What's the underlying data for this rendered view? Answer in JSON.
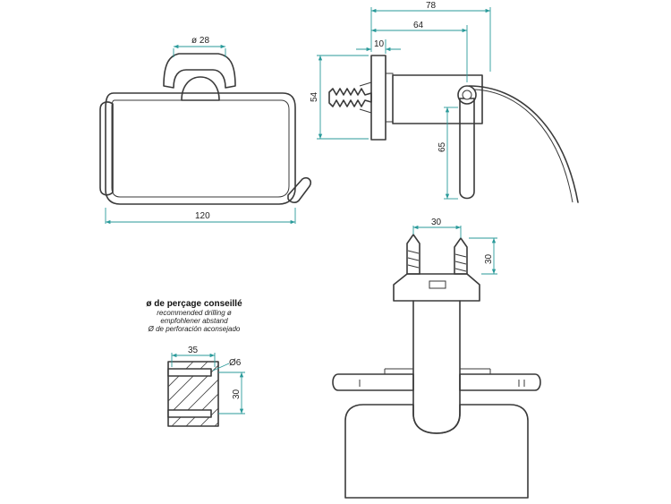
{
  "dimensions": {
    "front_ring_diameter": "ø 28",
    "front_width": "120",
    "side_total_depth": "78",
    "side_arm_depth": "64",
    "side_plate_thickness": "10",
    "side_plate_height": "54",
    "side_arm_drop": "65",
    "top_anchor_spacing": "30",
    "top_anchor_height": "30",
    "drill_spacing_horizontal": "35",
    "drill_hole_diameter": "Ø6",
    "drill_spacing_vertical": "30"
  },
  "drilling_note": {
    "title": "ø de perçage conseillé",
    "en": "recommended drilling ø",
    "de": "empfohlener abstand",
    "es": "Ø de perforación aconsejado"
  }
}
